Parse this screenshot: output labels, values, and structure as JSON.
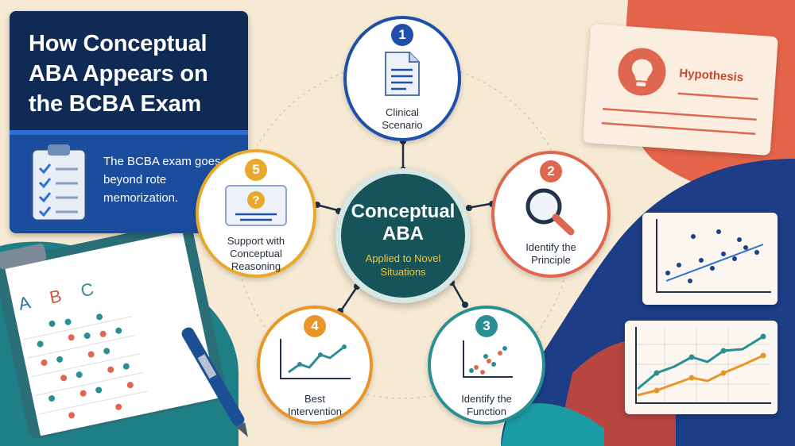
{
  "title": "How Conceptual ABA Appears on the BCBA Exam",
  "intro_text": "The BCBA exam goes beyond rote memorization.",
  "center": {
    "title": "Conceptual ABA",
    "subtitle": "Applied to Novel Situations"
  },
  "steps": [
    {
      "number": "1",
      "label": "Clinical Scenario",
      "icon": "document-icon",
      "color": "#1f4fa8"
    },
    {
      "number": "2",
      "label": "Identify the Principle",
      "icon": "magnifier-icon",
      "color": "#e0674f"
    },
    {
      "number": "3",
      "label": "Identify the Function",
      "icon": "scatter-plot-icon",
      "color": "#2a8f95"
    },
    {
      "number": "4",
      "label": "Best Intervention",
      "icon": "line-graph-icon",
      "color": "#e8962a"
    },
    {
      "number": "5",
      "label": "Support with Conceptual Reasoning",
      "icon": "question-card-icon",
      "color": "#e8a92a"
    }
  ],
  "hypothesis_card": {
    "label": "Hypothesis",
    "icon": "lightbulb-icon"
  },
  "answer_sheet": {
    "columns": [
      "A",
      "B",
      "C"
    ]
  },
  "colors": {
    "background": "#f6ead4",
    "navy": "#0f2a55",
    "blue": "#1a4d9e",
    "teal": "#16545a",
    "coral": "#e0674f",
    "orange": "#e8962a",
    "gold": "#f2c53d"
  }
}
